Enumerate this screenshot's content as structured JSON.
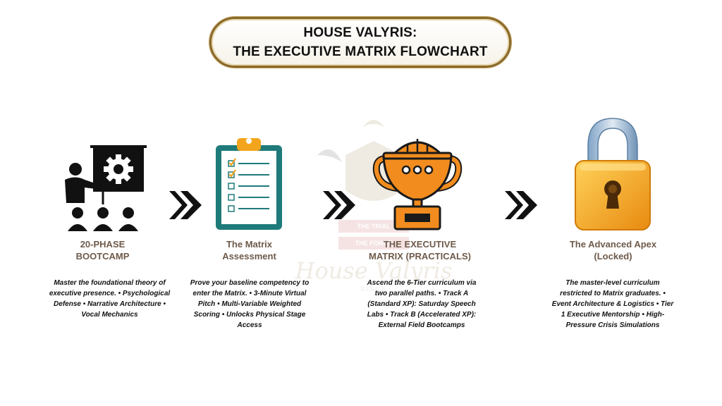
{
  "title": {
    "line1": "HOUSE VALYRIS:",
    "line2": "THE EXECUTIVE MATRIX FLOWCHART"
  },
  "watermark": {
    "script_text": "House Valyris",
    "band1": "THE TRIAL",
    "band2": "THE FORGE",
    "since": "SINCE"
  },
  "steps": [
    {
      "icon": "presentation-icon",
      "title_line1": "20-PHASE",
      "title_line2": "BOOTCAMP",
      "desc": "Master the foundational theory of executive presence. • Psychological Defense • Narrative Architecture • Vocal Mechanics"
    },
    {
      "icon": "clipboard-checklist-icon",
      "title_line1": "The Matrix",
      "title_line2": "Assessment",
      "desc": "Prove your baseline competency to enter the Matrix. • 3-Minute Virtual Pitch • Multi-Variable Weighted Scoring • Unlocks Physical Stage Access"
    },
    {
      "icon": "trophy-icon",
      "title_line1": "THE EXECUTIVE",
      "title_line2": "MATRIX (PRACTICALS)",
      "desc": "Ascend the 6-Tier curriculum via two parallel paths. • Track A (Standard XP): Saturday Speech Labs • Track B (Accelerated XP): External Field Bootcamps"
    },
    {
      "icon": "padlock-icon",
      "title_line1": "The Advanced Apex",
      "title_line2": "(Locked)",
      "desc": "The master-level curriculum restricted to Matrix graduates. • Event Architecture & Logistics • Tier 1 Executive Mentorship • High-Pressure Crisis Simulations"
    }
  ],
  "colors": {
    "title_border": "#8a6a2a",
    "step_title": "#6e5a4a",
    "clipboard_teal": "#1f7a7a",
    "trophy_orange": "#f28c1e",
    "lock_gold": "#f2a51d",
    "arrow": "#111111"
  }
}
